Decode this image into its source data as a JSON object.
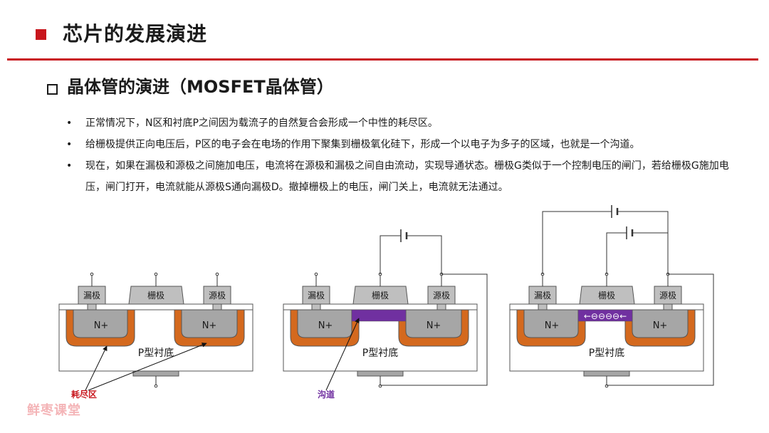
{
  "header": {
    "title": "芯片的发展演进"
  },
  "section": {
    "title": "晶体管的演进（MOSFET晶体管）"
  },
  "bullets": [
    "正常情况下，N区和衬底P之间因为载流子的自然复合会形成一个中性的耗尽区。",
    "给栅极提供正向电压后，P区的电子会在电场的作用下聚集到栅极氧化硅下，形成一个以电子为多子的区域，也就是一个沟道。",
    "现在，如果在漏极和源极之间施加电压，电流将在源极和漏极之间自由流动，实现导通状态。栅极G类似于一个控制电压的闸门，若给栅极G施加电压，闸门打开，电流就能从源极S通向漏极D。撤掉栅极上的电压，闸门关上，电流就无法通过。"
  ],
  "bullet_symbol": "•",
  "diagram_labels": {
    "drain": "漏极",
    "gate": "栅极",
    "source": "源极",
    "n_region": "N+",
    "substrate": "P型衬底",
    "depletion_callout": "耗尽区",
    "channel_callout": "沟道",
    "electron_flow": "←⊖⊖⊖⊖←"
  },
  "colors": {
    "accent": "#c8161d",
    "depletion": "#d4691e",
    "channel": "#7030a0",
    "n_region": "#a6a6a6",
    "electrode": "#bfbfbf",
    "watermark": "#f4b4b7"
  },
  "watermark": "鲜枣课堂"
}
